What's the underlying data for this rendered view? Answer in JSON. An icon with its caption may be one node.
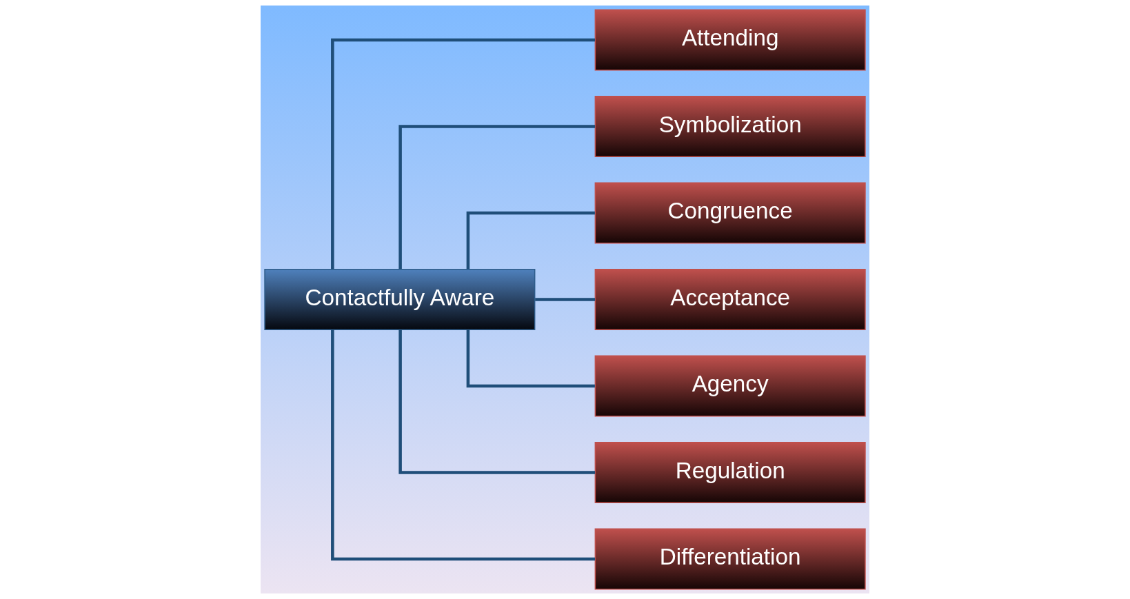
{
  "diagram": {
    "nodes": [
      {
        "text": [
          "Contactfully Aware"
        ]
      },
      {
        "text": [
          "Attending"
        ]
      },
      {
        "text": [
          "Symbolization"
        ]
      },
      {
        "text": [
          "Congruence"
        ]
      },
      {
        "text": [
          "Acceptance"
        ]
      },
      {
        "text": [
          "Agency"
        ]
      },
      {
        "text": [
          "Regulation"
        ]
      },
      {
        "text": [
          "Differentiation"
        ]
      }
    ],
    "edges": [
      {
        "from": 0,
        "to": 1,
        "arrow": "none"
      },
      {
        "from": 0,
        "to": 2,
        "arrow": "none"
      },
      {
        "from": 0,
        "to": 3,
        "arrow": "none"
      },
      {
        "from": 0,
        "to": 4,
        "arrow": "none"
      },
      {
        "from": 0,
        "to": 5,
        "arrow": "none"
      },
      {
        "from": 0,
        "to": 6,
        "arrow": "none"
      },
      {
        "from": 0,
        "to": 7,
        "arrow": "none"
      }
    ]
  }
}
